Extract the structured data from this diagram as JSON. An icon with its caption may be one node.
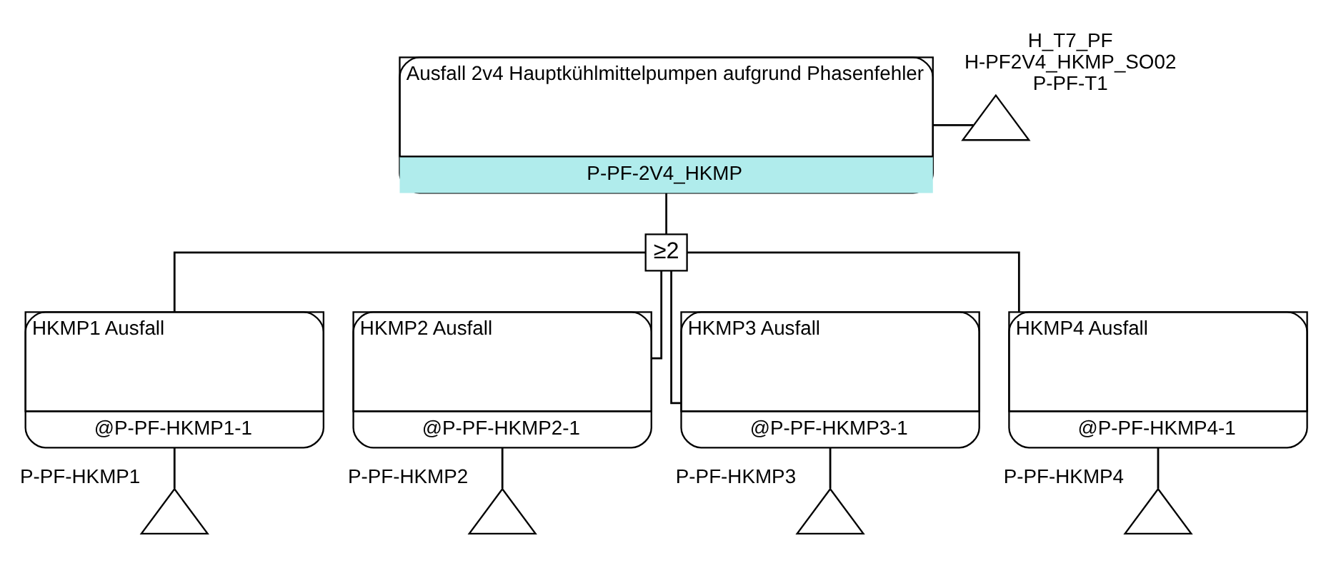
{
  "diagram": {
    "nodes": [
      {
        "text": [
          "Ausfall 2v4 Hauptkühlmittelpumpen aufgrund Phasenfehler",
          "P-PF-2V4_HKMP"
        ]
      },
      {
        "text": [],
        "shape": "triangle",
        "beside": [
          "H_T7_PF",
          "H-PF2V4_HKMP_SO02",
          "P-PF-T1"
        ]
      },
      {
        "text": [
          "≥2"
        ]
      },
      {
        "text": [
          "HKMP1 Ausfall",
          "@P-PF-HKMP1-1"
        ]
      },
      {
        "text": [
          "HKMP2 Ausfall",
          "@P-PF-HKMP2-1"
        ]
      },
      {
        "text": [
          "HKMP3 Ausfall",
          "@P-PF-HKMP3-1"
        ]
      },
      {
        "text": [
          "HKMP4 Ausfall",
          "@P-PF-HKMP4-1"
        ]
      },
      {
        "text": [],
        "shape": "triangle",
        "beside": [
          "P-PF-HKMP1"
        ]
      },
      {
        "text": [],
        "shape": "triangle",
        "beside": [
          "P-PF-HKMP2"
        ]
      },
      {
        "text": [],
        "shape": "triangle",
        "beside": [
          "P-PF-HKMP3"
        ]
      },
      {
        "text": [],
        "shape": "triangle",
        "beside": [
          "P-PF-HKMP4"
        ]
      }
    ],
    "edges": [
      {
        "from": 0,
        "to": 1,
        "arrow": "none"
      },
      {
        "from": 0,
        "to": 2,
        "arrow": "none"
      },
      {
        "from": 2,
        "to": 3,
        "arrow": "none"
      },
      {
        "from": 2,
        "to": 4,
        "arrow": "none"
      },
      {
        "from": 2,
        "to": 5,
        "arrow": "none"
      },
      {
        "from": 2,
        "to": 6,
        "arrow": "none"
      },
      {
        "from": 3,
        "to": 7,
        "arrow": "none"
      },
      {
        "from": 4,
        "to": 8,
        "arrow": "none"
      },
      {
        "from": 5,
        "to": 9,
        "arrow": "none"
      },
      {
        "from": 6,
        "to": 10,
        "arrow": "none"
      }
    ]
  }
}
